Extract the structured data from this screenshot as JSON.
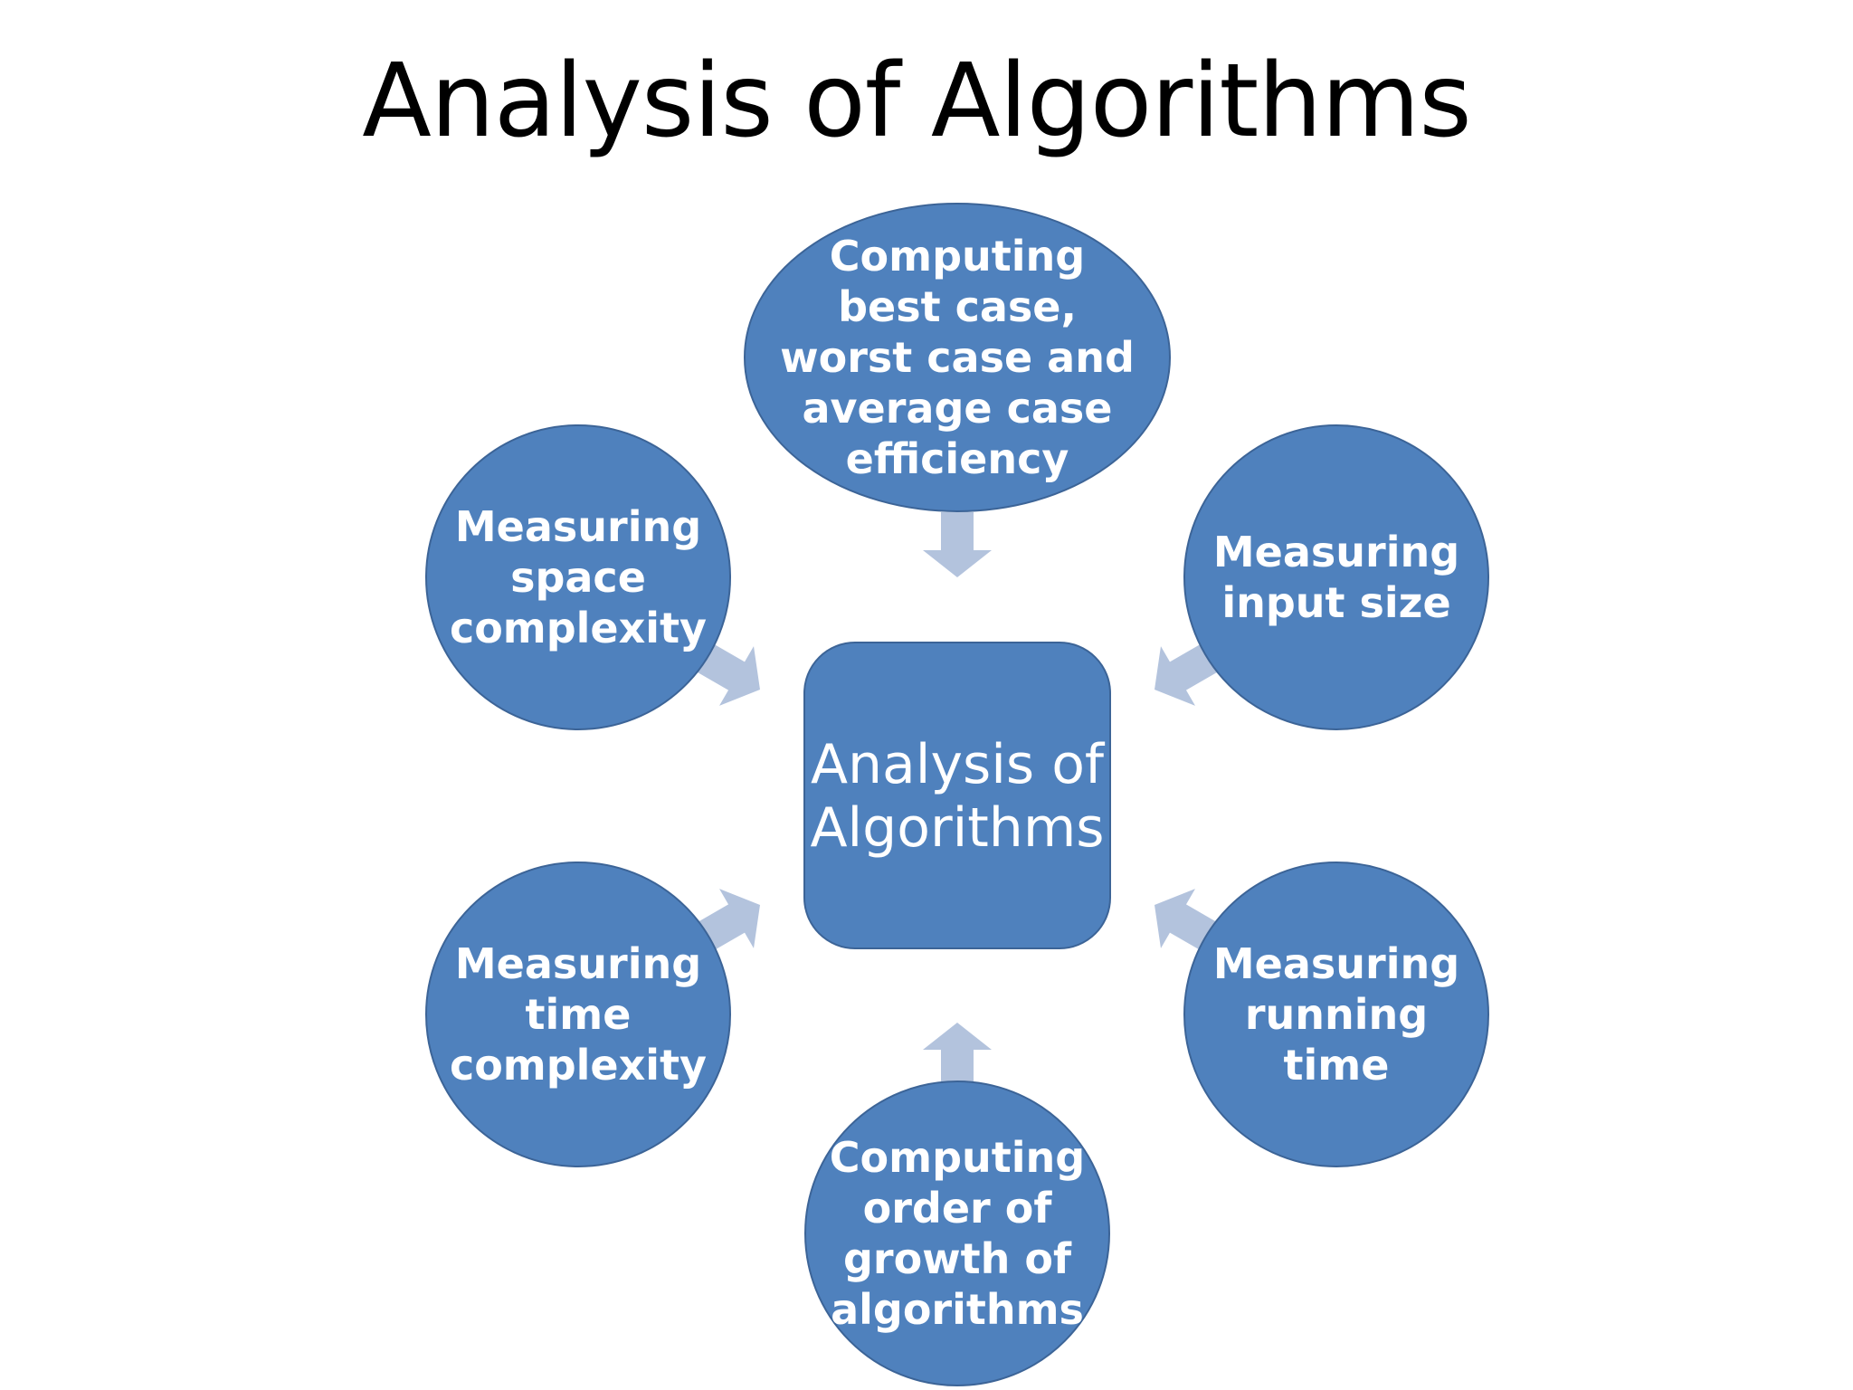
{
  "title": "Analysis of Algorithms",
  "colors": {
    "node_fill": "#4f81bd",
    "node_stroke": "#3c6497",
    "arrow_fill": "#b3c3dd",
    "text": "#ffffff"
  },
  "center": {
    "lines": [
      "Analysis of",
      "Algorithms"
    ]
  },
  "nodes": [
    {
      "id": "best-worst-average-case",
      "lines": [
        "Computing",
        "best case,",
        "worst case and",
        "average case",
        "efficiency"
      ]
    },
    {
      "id": "input-size",
      "lines": [
        "Measuring",
        "input size"
      ]
    },
    {
      "id": "running-time",
      "lines": [
        "Measuring",
        "running",
        "time"
      ]
    },
    {
      "id": "order-of-growth",
      "lines": [
        "Computing",
        "order of",
        "growth of",
        "algorithms"
      ]
    },
    {
      "id": "time-complexity",
      "lines": [
        "Measuring",
        "time",
        "complexity"
      ]
    },
    {
      "id": "space-complexity",
      "lines": [
        "Measuring",
        "space",
        "complexity"
      ]
    }
  ]
}
